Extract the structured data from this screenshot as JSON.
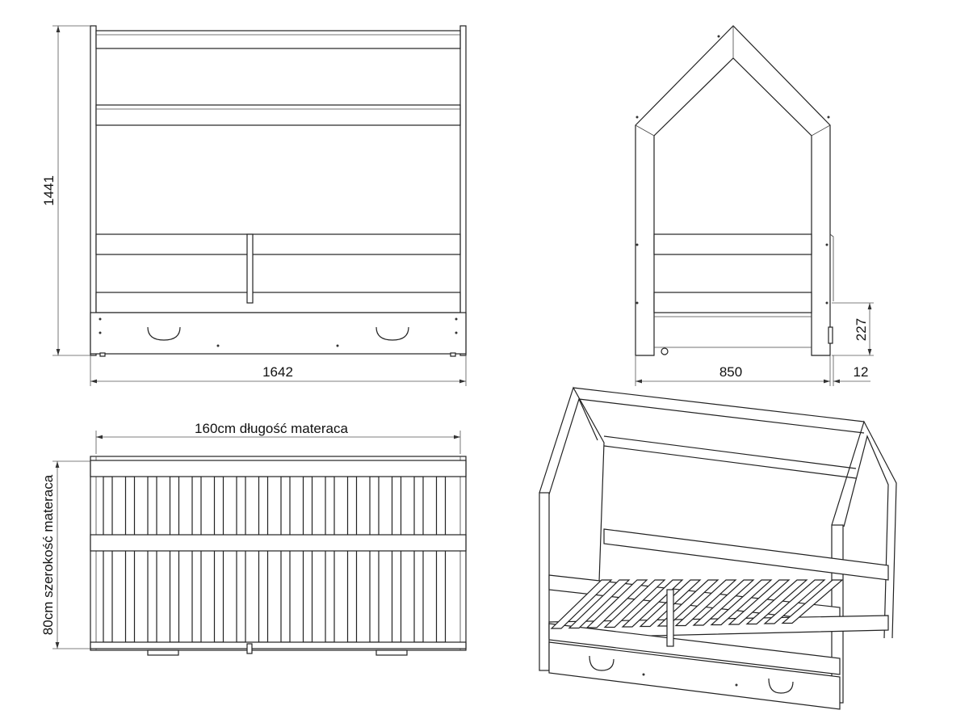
{
  "dimensions": {
    "front_height": "1441",
    "front_width": "1642",
    "side_width": "850",
    "side_offset": "12",
    "drawer_height": "227"
  },
  "top_view": {
    "mattress_length": "160cm długość materaca",
    "mattress_width": "80cm szerokość materaca"
  }
}
